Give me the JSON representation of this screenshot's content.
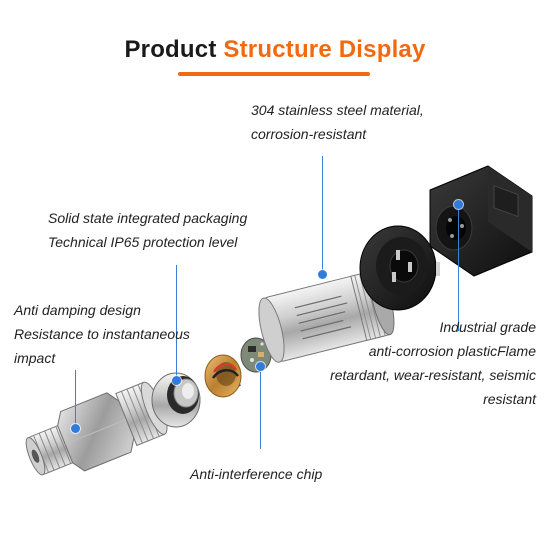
{
  "title": {
    "word1": "Product",
    "word2": "Structure Display",
    "accent_color": "#f26a10",
    "dark_color": "#1a1a1a"
  },
  "callouts": {
    "steel": {
      "line1": "304 stainless steel material,",
      "line2": "corrosion-resistant"
    },
    "packaging": {
      "line1": "Solid state integrated packaging",
      "line2": "Technical IP65 protection level"
    },
    "damping": {
      "line1": "Anti damping design",
      "line2": "Resistance to instantaneous",
      "line3": "impact"
    },
    "plastic": {
      "line1": "Industrial grade",
      "line2": "anti-corrosion plasticFlame",
      "line3": "retardant, wear-resistant, seismic",
      "line4": "resistant"
    },
    "chip": {
      "line1": "Anti-interference chip"
    }
  },
  "marker_color": "#2f7be0",
  "icons": [
    "pressure-port-fitting",
    "sensor-diaphragm-core",
    "brass-ring",
    "circuit-board-chip",
    "stainless-steel-housing",
    "connector-insert",
    "plug-connector"
  ]
}
